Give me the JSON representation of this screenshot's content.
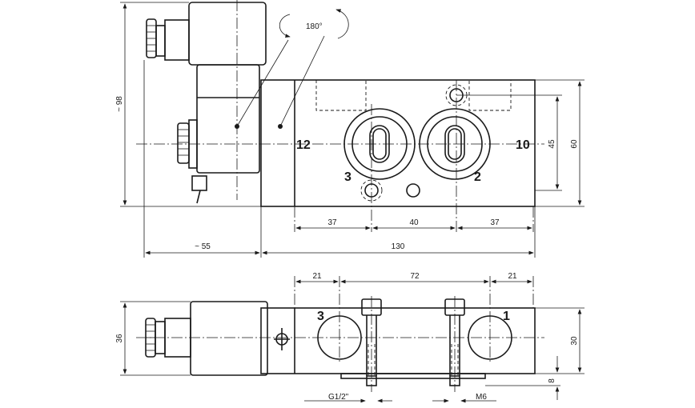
{
  "top_view": {
    "rotation_label": "180°",
    "port_12": "12",
    "port_10": "10",
    "port_3": "3",
    "port_2": "2",
    "dim_height": "~ 98",
    "dim_body_height": "60",
    "dim_port_spacing": "45",
    "dim_37_left": "37",
    "dim_40": "40",
    "dim_37_right": "37",
    "dim_coil": "~ 55",
    "dim_length": "130"
  },
  "bottom_view": {
    "port_3": "3",
    "port_1": "1",
    "dim_21_left": "21",
    "dim_72": "72",
    "dim_21_right": "21",
    "dim_36": "36",
    "dim_30": "30",
    "dim_8": "8",
    "thread_g": "G1/2\"",
    "thread_m": "M6"
  }
}
